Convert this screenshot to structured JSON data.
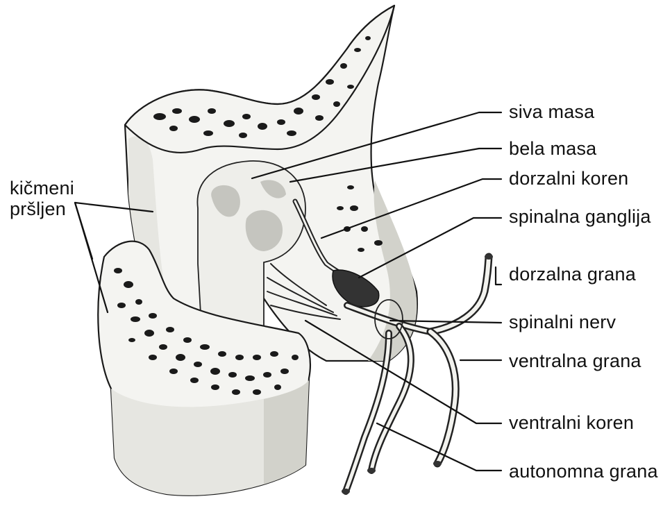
{
  "labels": {
    "siva_masa": "siva masa",
    "bela_masa": "bela masa",
    "dorzalni_koren": "dorzalni koren",
    "spinalna_ganglija": "spinalna ganglija",
    "dorzalna_grana": "dorzalna grana",
    "spinalni_nerv": "spinalni nerv",
    "ventralna_grana": "ventralna grana",
    "ventralni_koren": "ventralni koren",
    "autonomna_grana": "autonomna grana",
    "kicmeni_line1": "kičmeni",
    "kicmeni_line2": "pršljen"
  }
}
